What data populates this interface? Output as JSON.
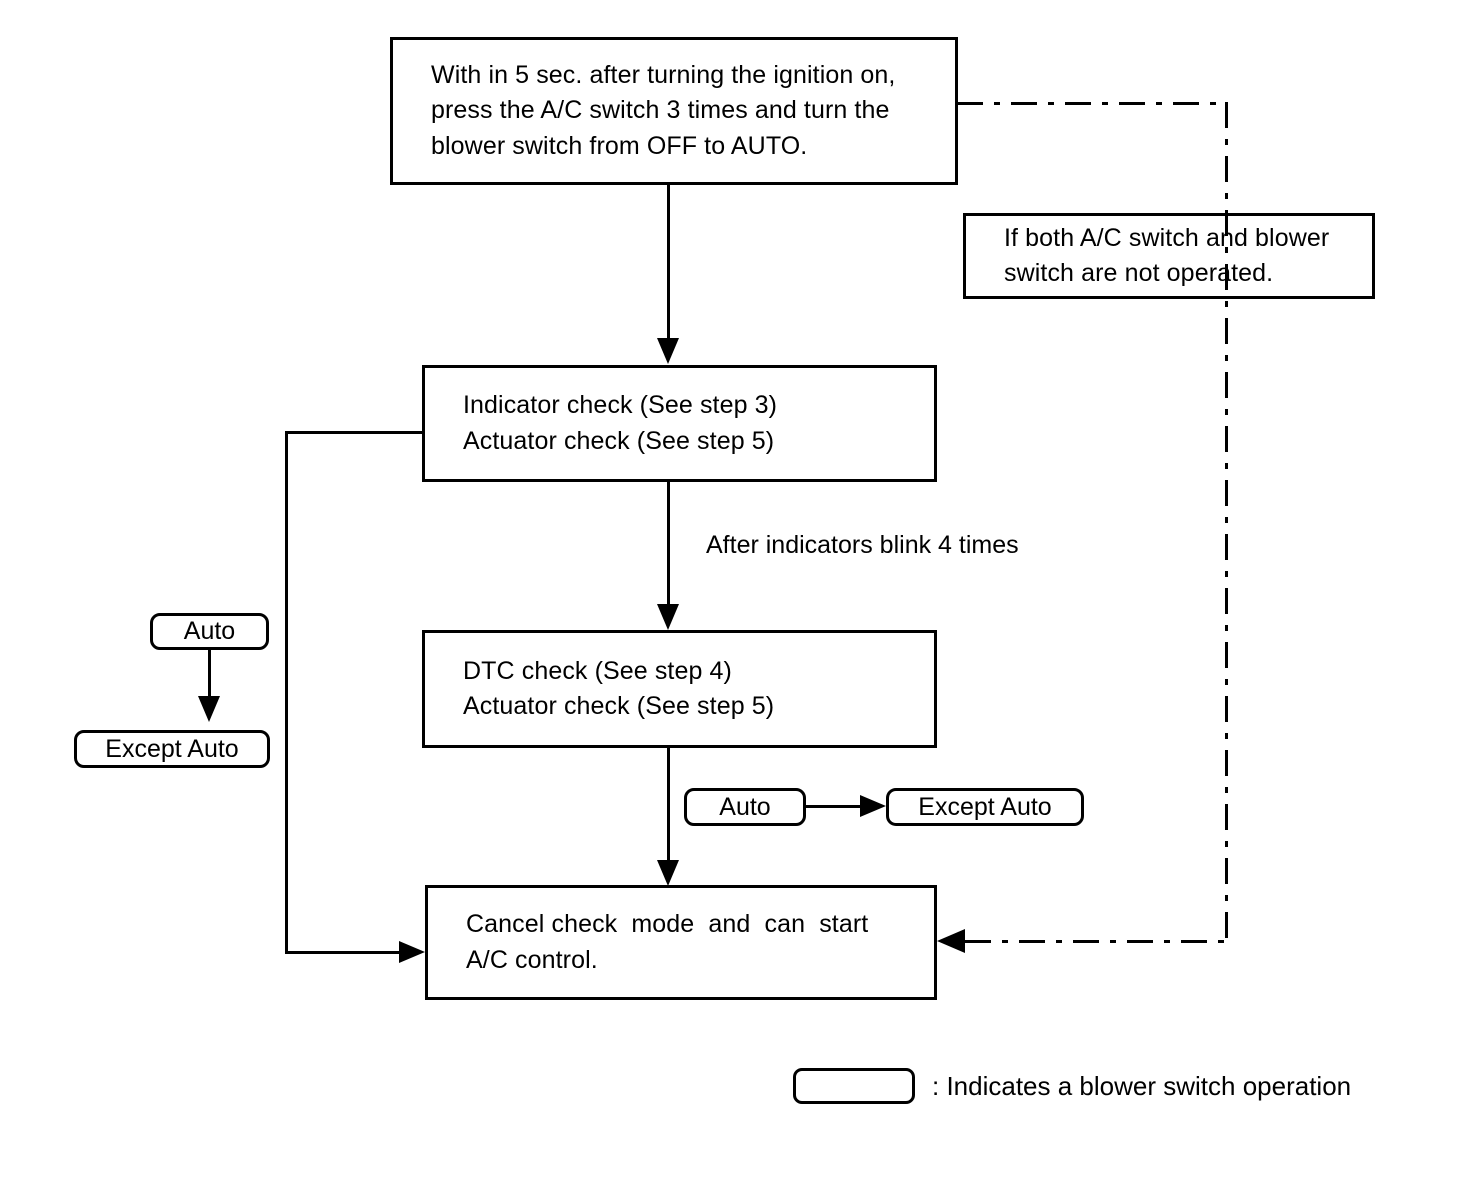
{
  "diagram": {
    "title": "A/C self-diagnosis check mode flow chart",
    "ink_color": "#000000",
    "background_color": "#ffffff"
  },
  "nodes": {
    "start_box": {
      "line1": "With in 5 sec. after turning the ignition on,",
      "line2": "press the A/C switch 3 times and turn the",
      "line3": "blower switch from OFF to AUTO."
    },
    "note_box": {
      "line1": "If both A/C switch and blower",
      "line2": "switch are not operated."
    },
    "indicator_box": {
      "line1": "Indicator check (See step 3)",
      "line2": "Actuator check (See step 5)"
    },
    "dtc_box": {
      "line1": "DTC check (See step 4)",
      "line2": "Actuator check (See step 5)"
    },
    "cancel_box": {
      "line1": "Cancel check  mode  and  can  start",
      "line2": "A/C control."
    }
  },
  "switch_pills": {
    "left_auto": "Auto",
    "left_except_auto": "Except Auto",
    "mid_auto": "Auto",
    "mid_except_auto": "Except Auto"
  },
  "edge_labels": {
    "blink": "After indicators blink 4 times"
  },
  "legend": {
    "symbol_name": "rounded-rectangle",
    "text": ": Indicates a blower switch operation"
  }
}
